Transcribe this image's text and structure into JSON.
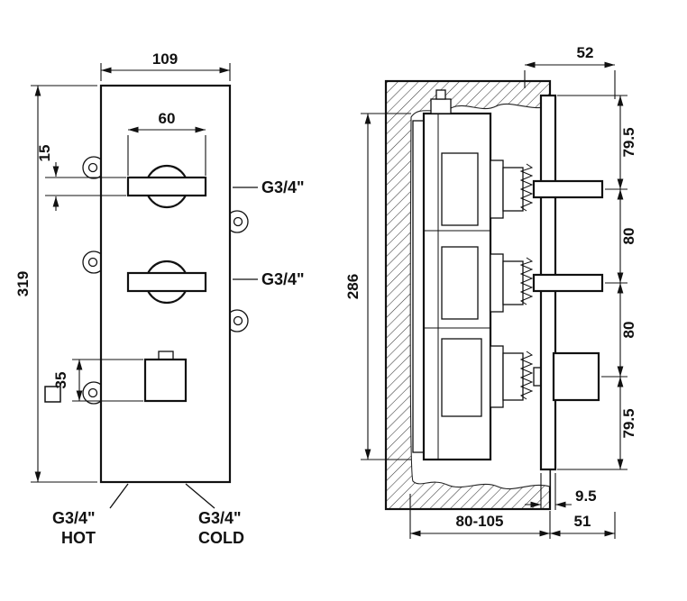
{
  "front_view": {
    "dims": {
      "width": "109",
      "lever_length": "60",
      "lever_height": "15",
      "height": "319",
      "knob_size": "35"
    },
    "labels": {
      "outlet_top": "G3/4\"",
      "outlet_mid": "G3/4\"",
      "hot_line1": "G3/4\"",
      "hot_line2": "HOT",
      "cold_line1": "G3/4\"",
      "cold_line2": "COLD"
    }
  },
  "side_view": {
    "dims": {
      "handle_protrusion": "52",
      "spacing_top": "79.5",
      "spacing_mid1": "80",
      "spacing_mid2": "80",
      "spacing_bottom": "79.5",
      "body_height": "286",
      "plate_thickness": "9.5",
      "install_depth": "80-105",
      "handle_length": "51"
    }
  }
}
